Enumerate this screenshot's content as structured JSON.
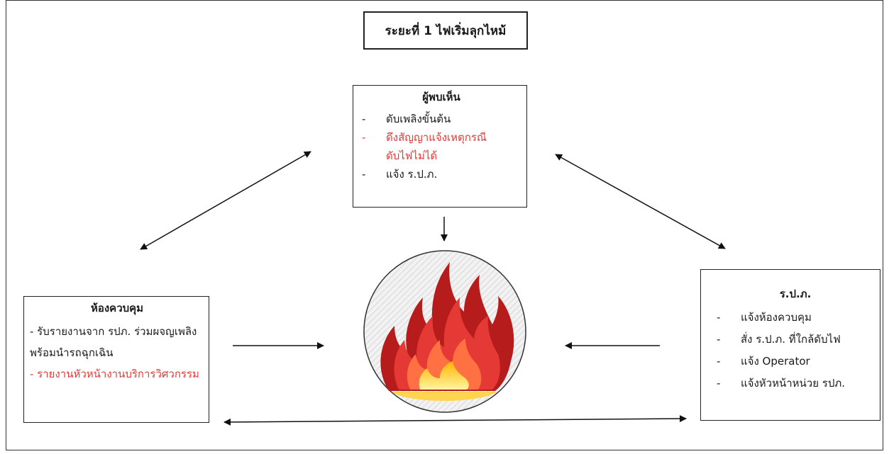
{
  "title": "ระยะที่ 1 ไฟเริ่มลุกไหม้",
  "finder": {
    "heading": "ผู้พบเห็น",
    "items": [
      {
        "text": "ดับเพลิงขั้นต้น",
        "dash": "-"
      },
      {
        "text": "ดึงสัญญาแจ้งเหตุกรณี",
        "dash": "-"
      },
      {
        "text": "ดับไฟไม่ได้",
        "dash": ""
      },
      {
        "text": "แจ้ง ร.ป.ภ.",
        "dash": "-"
      }
    ]
  },
  "control_room": {
    "heading": "ห้องควบคุม",
    "item1": "- รับรายงานจาก รปภ. ร่วมผจญเพลิงพร้อมนำรถฉุกเฉิน",
    "item2": "- รายงานหัวหน้างานบริการวิศวกรรม"
  },
  "guard": {
    "heading": "ร.ป.ภ.",
    "items": [
      {
        "text": "แจ้งห้องควบคุม",
        "dash": "-"
      },
      {
        "text": "สั่ง ร.ป.ภ. ที่ใกล้ดับไฟ",
        "dash": "-"
      },
      {
        "text": "แจ้ง Operator",
        "dash": "-"
      },
      {
        "text": "แจ้งหัวหน้าหน่วย รปภ.",
        "dash": "-"
      }
    ]
  },
  "colors": {
    "highlight": "#e53935",
    "flame_outer": "#b71c1c",
    "flame_mid": "#e53935",
    "flame_inner": "#ffd54f"
  },
  "icons": {
    "center": "fire-icon"
  }
}
